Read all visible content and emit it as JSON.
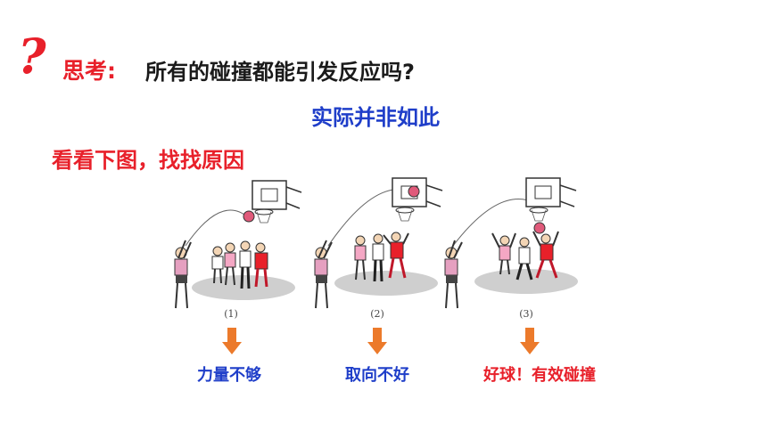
{
  "header": {
    "qmark": "?",
    "think_label": "思考:",
    "question": "所有的碰撞都能引发反应吗?"
  },
  "answer": "实际并非如此",
  "hint": "看看下图，找找原因",
  "panels": [
    {
      "number": "(1)",
      "result": "力量不够"
    },
    {
      "number": "(2)",
      "result": "取向不好"
    },
    {
      "number": "(3)",
      "result": "好球！有效碰撞"
    }
  ],
  "colors": {
    "accent_red": "#e8202a",
    "accent_blue": "#1f3ec9",
    "arrow_orange": "#ec7a2b"
  }
}
